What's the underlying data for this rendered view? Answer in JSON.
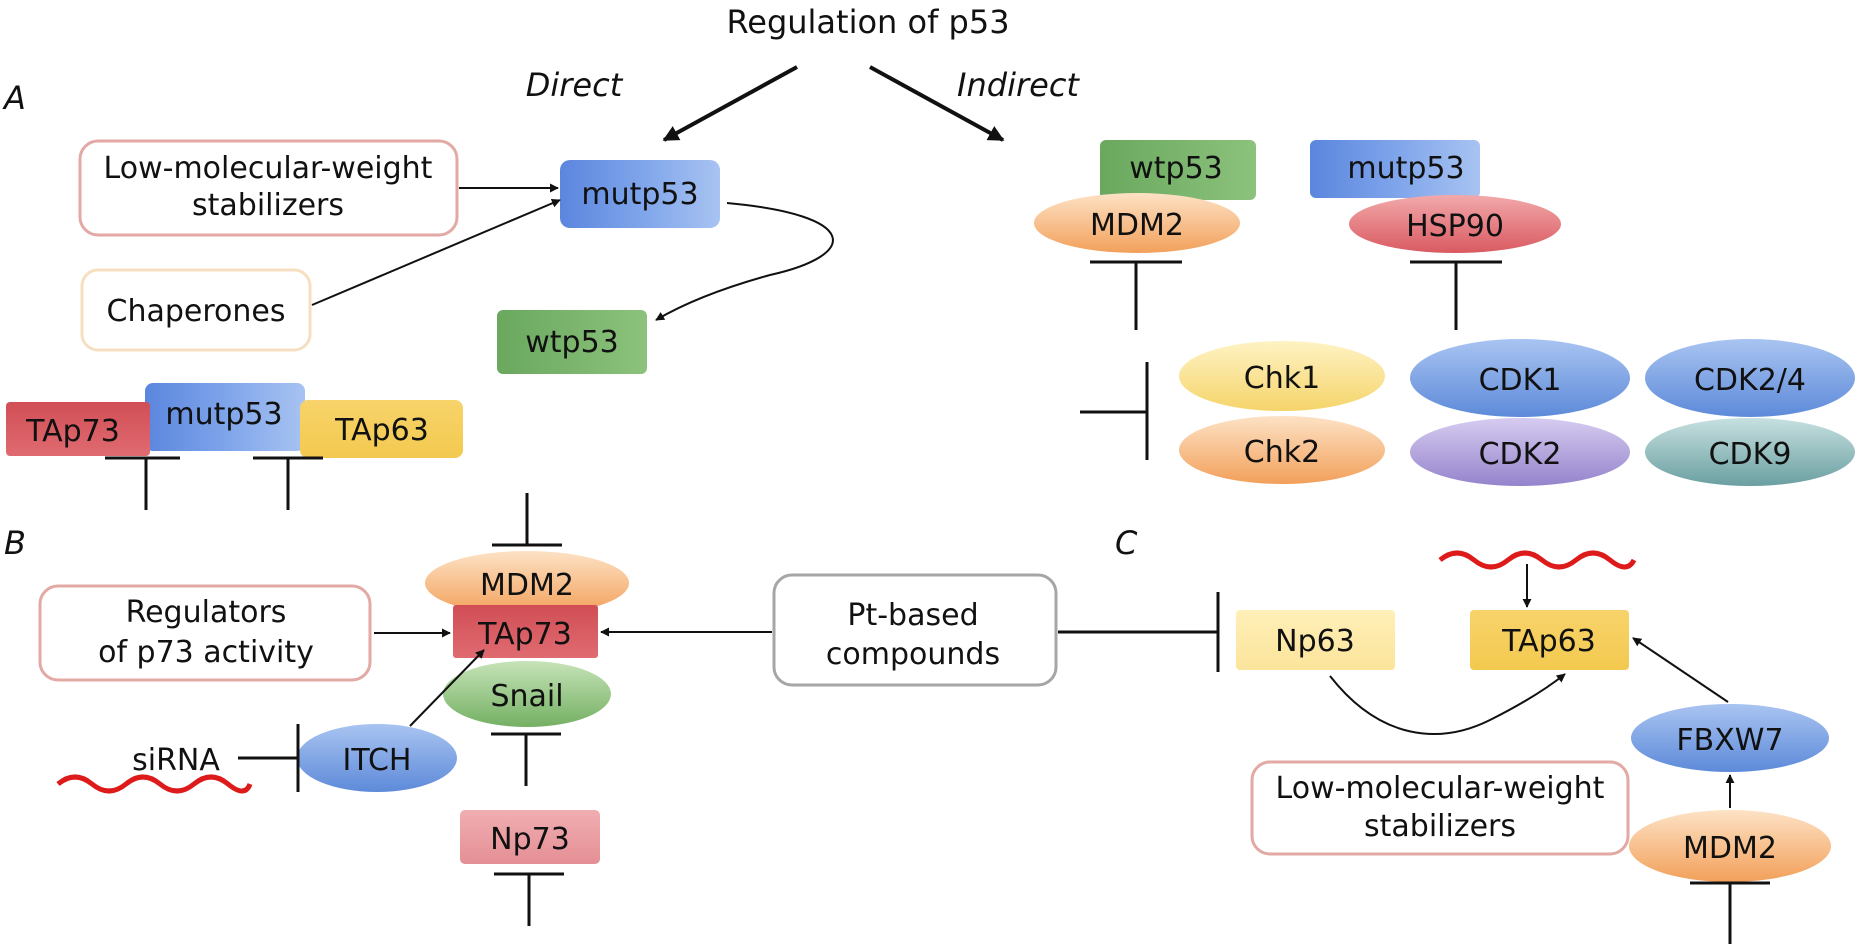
{
  "title": "Regulation of p53",
  "panels": {
    "a": "A",
    "b": "B",
    "c": "C"
  },
  "branches": {
    "direct": "Direct",
    "indirect": "Indirect"
  },
  "nodes": {
    "lmw_a": [
      "Low-molecular-weight",
      "stabilizers"
    ],
    "chaperones": "Chaperones",
    "mutp53_direct": "mutp53",
    "wtp53_direct": "wtp53",
    "tap73_a": "TAp73",
    "mutp53_complex": "mutp53",
    "tap63_a": "TAp63",
    "wtp53_indirect": "wtp53",
    "mdm2_a": "MDM2",
    "mutp53_indirect": "mutp53",
    "hsp90": "HSP90",
    "chk1": "Chk1",
    "chk2": "Chk2",
    "cdk1": "CDK1",
    "cdk2": "CDK2",
    "cdk2_4": "CDK2/4",
    "cdk9": "CDK9",
    "regulators": [
      "Regulators",
      "of p73 activity"
    ],
    "mdm2_b": "MDM2",
    "tap73_b": "TAp73",
    "snail": "Snail",
    "sirna": "siRNA",
    "itch": "ITCH",
    "np73": "Np73",
    "pt_compounds": [
      "Pt-based",
      "compounds"
    ],
    "np63": "Np63",
    "tap63_c": "TAp63",
    "fbxw7": "FBXW7",
    "lmw_c": [
      "Low-molecular-weight",
      "stabilizers"
    ],
    "mdm2_c": "MDM2"
  },
  "colors": {
    "blue": "#6a93e0",
    "green": "#7cb46a",
    "red": "#d9585e",
    "yellow": "#f6d066",
    "orange": "#f4a662",
    "pink": "#e69aa0",
    "purple": "#9a85cf",
    "teal": "#6fa4a6",
    "lightblue": "#6f9fdc",
    "wave": "#dd1b1b",
    "outline_pink": "#e3a9a4",
    "outline_beige": "#f6dfc0",
    "outline_gray": "#a6a6a6"
  }
}
